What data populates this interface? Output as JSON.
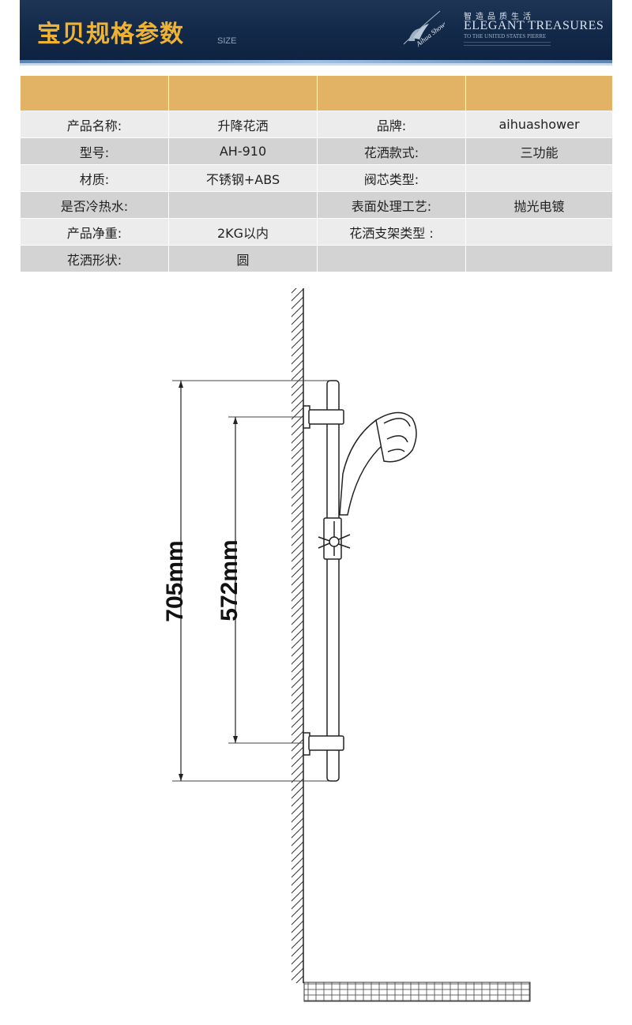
{
  "banner": {
    "title": "宝贝规格参数",
    "subtitle": "SIZE",
    "brand_cn": "智造品质生活",
    "brand_en": "ELEGANT TREASURES",
    "brand_tagline": "TO THE UNITED STATES PIERRE",
    "logo_text": "Aihua Shower"
  },
  "spec_table": {
    "headers": [
      "",
      "",
      "",
      ""
    ],
    "rows": [
      {
        "label1": "产品名称:",
        "value1": "升降花洒",
        "label2": "品牌:",
        "value2": "aihuashower"
      },
      {
        "label1": "型号:",
        "value1": "AH-910",
        "label2": "花洒款式:",
        "value2": "三功能"
      },
      {
        "label1": "材质:",
        "value1": "不锈钢+ABS",
        "label2": "阀芯类型:",
        "value2": ""
      },
      {
        "label1": "是否冷热水:",
        "value1": "",
        "label2": "表面处理工艺:",
        "value2": "抛光电镀"
      },
      {
        "label1": "产品净重:",
        "value1": "2KG以内",
        "label2": "花洒支架类型 :",
        "value2": ""
      },
      {
        "label1": "花洒形状:",
        "value1": "圆",
        "label2": "",
        "value2": ""
      }
    ]
  },
  "drawing": {
    "dim_outer": "705mm",
    "dim_inner": "572mm"
  },
  "colors": {
    "banner_bg": "#142a4a",
    "title_gold": "#f0b232",
    "header_row": "#e3b365",
    "row_light": "#ececec",
    "row_dark": "#d3d3d3"
  }
}
